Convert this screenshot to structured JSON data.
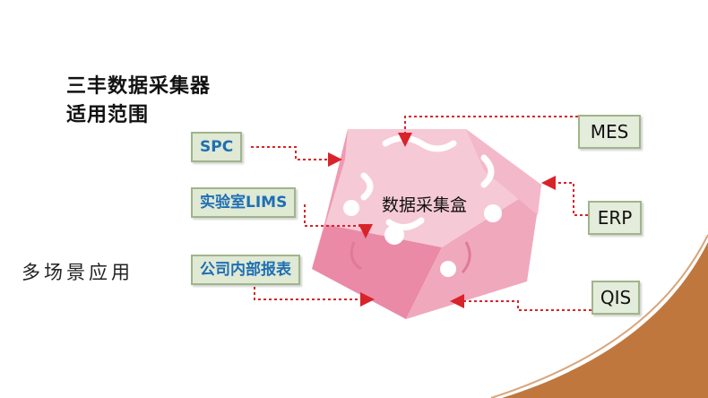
{
  "title_line1": "三丰数据采集器",
  "title_line2": "适用范围",
  "side_label": "多场景应用",
  "cube_label": "数据采集盒",
  "left_boxes": [
    "SPC",
    "实验室LIMS",
    "公司内部报表"
  ],
  "right_boxes": [
    "MES",
    "ERP",
    "QIS"
  ],
  "colors": {
    "box_fill": "#dfe9d4",
    "box_border": "#9fb58a",
    "left_text": "#1f6fb3",
    "arrow": "#d9232a",
    "cube_top": "#f6c9d6",
    "cube_left": "#ea8aa6",
    "cube_right": "#f0a8bd",
    "corner_accent": "#c0773d"
  }
}
